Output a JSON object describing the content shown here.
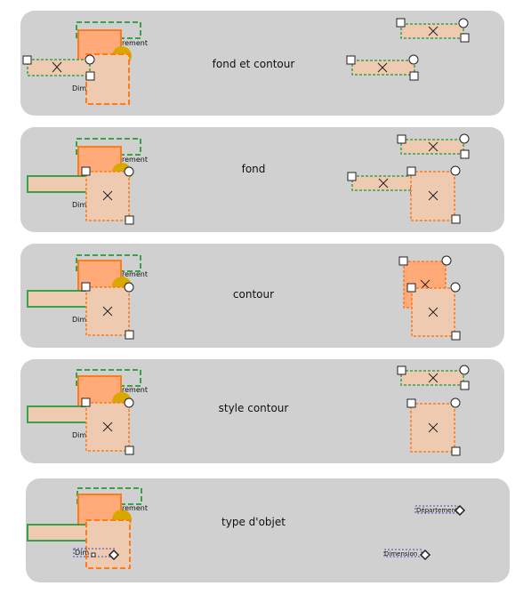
{
  "panels": [
    {
      "label": "fond et contour"
    },
    {
      "label": "fond"
    },
    {
      "label": "contour"
    },
    {
      "label": "style contour"
    },
    {
      "label": "type d'objet"
    }
  ],
  "shape_text": {
    "top_label": "rement",
    "bottom_label": "Dim"
  },
  "mini_labels": {
    "upper": "Département",
    "lower": "Dimension"
  },
  "colors": {
    "panel_bg": "#d0d0d0",
    "orange_fill": "#ffaa78",
    "orange_stroke": "#ff7a18",
    "peach_fill": "#eecab0",
    "green_stroke": "#3aa04a",
    "gold": "#d8a800",
    "selection_dash": "#3c4cb8"
  }
}
